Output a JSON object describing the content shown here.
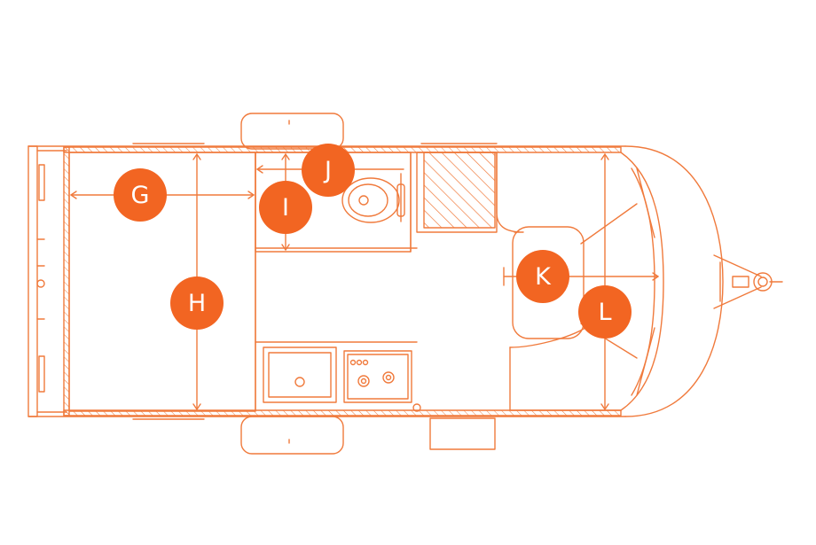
{
  "colors": {
    "line": "#f07a3c",
    "marker": "#f26522",
    "marker_text": "#ffffff",
    "background": "#ffffff"
  },
  "markers": {
    "g": "G",
    "h": "H",
    "i": "I",
    "j": "J",
    "k": "K",
    "l": "L"
  }
}
